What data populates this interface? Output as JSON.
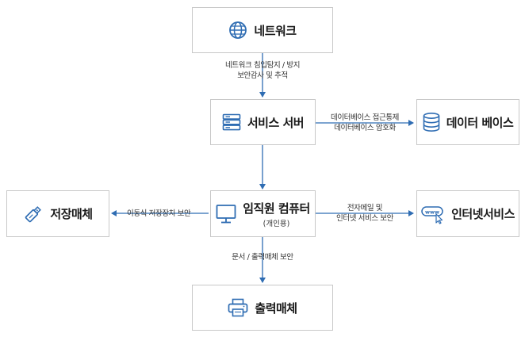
{
  "colors": {
    "accent": "#2f6db3",
    "border": "#c8c8c8",
    "text": "#1a1a1a"
  },
  "nodes": {
    "network": {
      "label": "네트워크",
      "icon": "globe-icon"
    },
    "server": {
      "label": "서비스 서버",
      "icon": "server-icon"
    },
    "database": {
      "label": "데이터 베이스",
      "icon": "database-icon"
    },
    "pc": {
      "label": "임직원 컴퓨터",
      "sub": "(개인용)",
      "icon": "monitor-icon"
    },
    "storage": {
      "label": "저장매체",
      "icon": "usb-drive-icon"
    },
    "internet": {
      "label": "인터넷서비스",
      "icon": "www-cursor-icon"
    },
    "output": {
      "label": "출력매체",
      "icon": "printer-icon"
    }
  },
  "edges": {
    "network_server": {
      "line1": "네트워크 침입탐지 / 방지",
      "line2": "보안감사 및 추적"
    },
    "server_database": {
      "line1": "데이터베이스 접근통제",
      "line2": "데이터베이스 암호화"
    },
    "pc_storage": {
      "line1": "이동식 저장장치 보안"
    },
    "pc_internet": {
      "line1": "전자메일 및",
      "line2": "인터넷 서비스 보안"
    },
    "pc_output": {
      "line1": "문서 / 출력매체 보안"
    }
  }
}
